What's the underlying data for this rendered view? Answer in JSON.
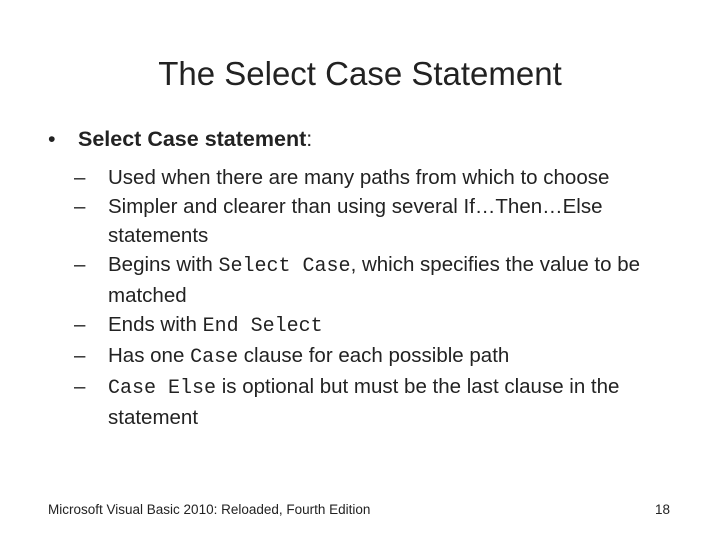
{
  "slide": {
    "title": "The Select Case Statement",
    "main_bullet": {
      "marker": "•",
      "text_bold": "Select Case statement",
      "text_suffix": ":"
    },
    "sub_marker": "–",
    "sub_items": [
      {
        "parts": [
          {
            "t": "Used when there are many paths from which to choose",
            "mono": false
          }
        ]
      },
      {
        "parts": [
          {
            "t": "Simpler and clearer than using several If…Then…Else statements",
            "mono": false
          }
        ]
      },
      {
        "parts": [
          {
            "t": "Begins with ",
            "mono": false
          },
          {
            "t": "Select Case",
            "mono": true
          },
          {
            "t": ", which specifies the value to be matched",
            "mono": false
          }
        ]
      },
      {
        "parts": [
          {
            "t": "Ends with ",
            "mono": false
          },
          {
            "t": "End Select",
            "mono": true
          }
        ]
      },
      {
        "parts": [
          {
            "t": "Has one ",
            "mono": false
          },
          {
            "t": "Case",
            "mono": true
          },
          {
            "t": " clause for each possible path",
            "mono": false
          }
        ]
      },
      {
        "parts": [
          {
            "t": "Case Else",
            "mono": true
          },
          {
            "t": " is optional but must be the last clause in the statement",
            "mono": false
          }
        ]
      }
    ]
  },
  "footer": {
    "book": "Microsoft Visual Basic 2010: Reloaded, Fourth Edition",
    "page_number": "18"
  }
}
